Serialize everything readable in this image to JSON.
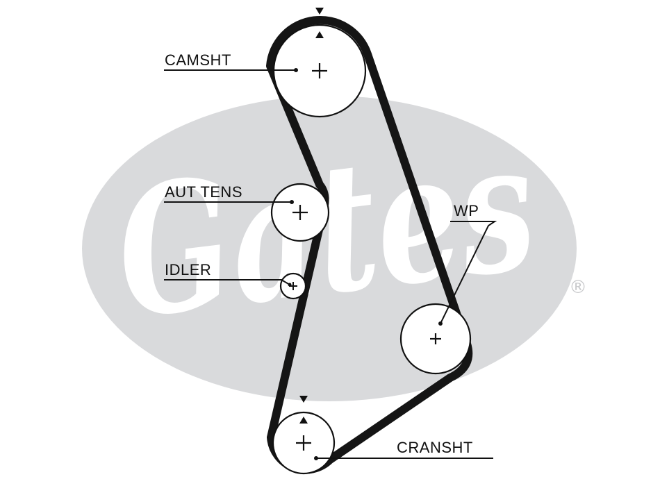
{
  "brand": {
    "logo_text": "Gates",
    "registered_mark": "®"
  },
  "labels": {
    "camshaft": "CAMSHT",
    "tensioner": "AUT TENS",
    "idler": "IDLER",
    "water_pump": "WP",
    "crankshaft": "CRANSHT"
  },
  "colors": {
    "belt": "#151515",
    "line": "#111111",
    "pulley_fill": "#ffffff",
    "logo_oval": "#d9dadc",
    "logo_text": "#ffffff",
    "background": "#ffffff"
  }
}
